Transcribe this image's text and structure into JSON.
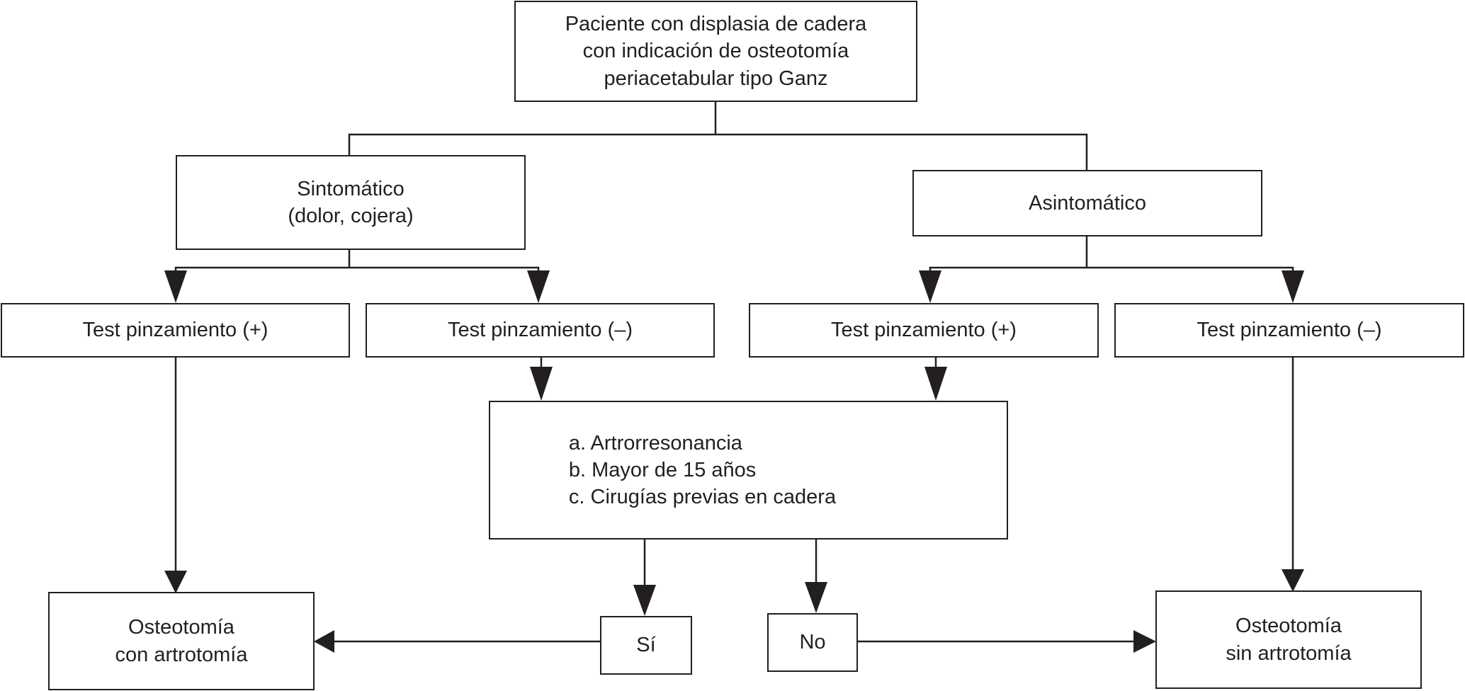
{
  "nodes": {
    "root": [
      "Paciente con displasia de cadera",
      "con indicación de osteotomía",
      "periacetabular tipo Ganz"
    ],
    "symptomatic": [
      "Sintomático",
      "(dolor, cojera)"
    ],
    "asymptomatic": [
      "Asintomático"
    ],
    "test_left_pos": "Test pinzamiento (+)",
    "test_left_neg": "Test pinzamiento (–)",
    "test_right_pos": "Test pinzamiento (+)",
    "test_right_neg": "Test pinzamiento (–)",
    "criteria": [
      "a. Artrorresonancia",
      "b. Mayor de 15 años",
      "c. Cirugías previas en cadera"
    ],
    "yes": "Sí",
    "no": "No",
    "outcome_left": [
      "Osteotomía",
      "con artrotomía"
    ],
    "outcome_right": [
      "Osteotomía",
      "sin artrotomía"
    ]
  },
  "colors": {
    "line": "#231f20",
    "background": "#ffffff"
  }
}
